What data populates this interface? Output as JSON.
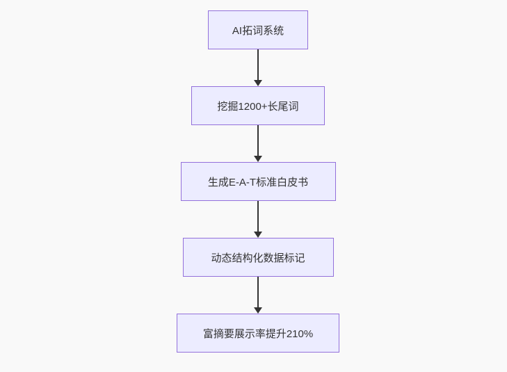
{
  "diagram": {
    "type": "flowchart",
    "direction": "top-down",
    "colors": {
      "background": "#f9f9f9",
      "node_fill": "#ECECFF",
      "node_border": "#9370DB",
      "edge": "#333333",
      "text": "#333333"
    },
    "nodes": [
      {
        "id": "step1",
        "label": "AI拓词系统"
      },
      {
        "id": "step2",
        "label": "挖掘1200+长尾词"
      },
      {
        "id": "step3",
        "label": "生成E-A-T标准白皮书"
      },
      {
        "id": "step4",
        "label": "动态结构化数据标记"
      },
      {
        "id": "step5",
        "label": "富摘要展示率提升210%"
      }
    ],
    "edges": [
      {
        "from": "step1",
        "to": "step2"
      },
      {
        "from": "step2",
        "to": "step3"
      },
      {
        "from": "step3",
        "to": "step4"
      },
      {
        "from": "step4",
        "to": "step5"
      }
    ]
  }
}
